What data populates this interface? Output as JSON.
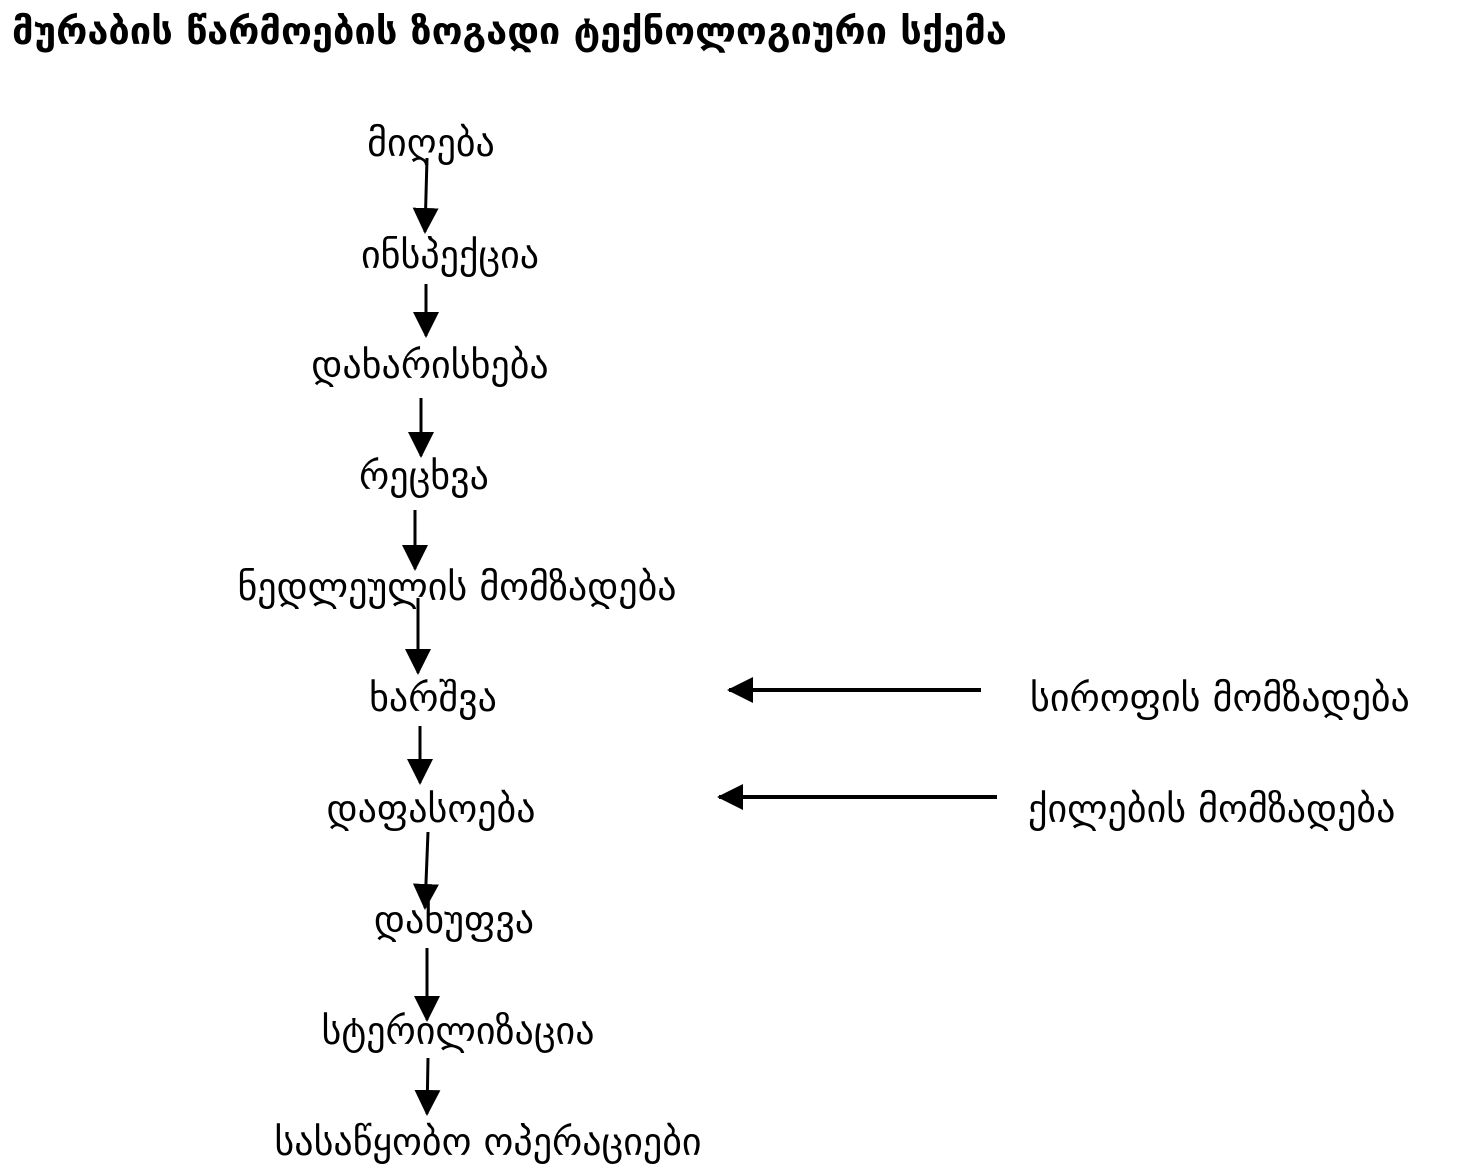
{
  "title": "მურაბის წარმოების ზოგადი ტექნოლოგიური სქემა",
  "steps": [
    "მიღება",
    "ინსპექცია",
    "დახარისხება",
    "რეცხვა",
    "ნედლეულის  მომზადება",
    "ხარშვა",
    "დაფასოება",
    "დახუფვა",
    "სტერილიზაცია",
    "სასაწყობო ოპერაციები"
  ],
  "inputs": [
    {
      "label": "სიროფის მომზადება",
      "target": "ხარშვა"
    },
    {
      "label": "ქილების მომზადება",
      "target": "დაფასოება"
    }
  ],
  "colors": {
    "ink": "#000000",
    "background": "#ffffff"
  }
}
